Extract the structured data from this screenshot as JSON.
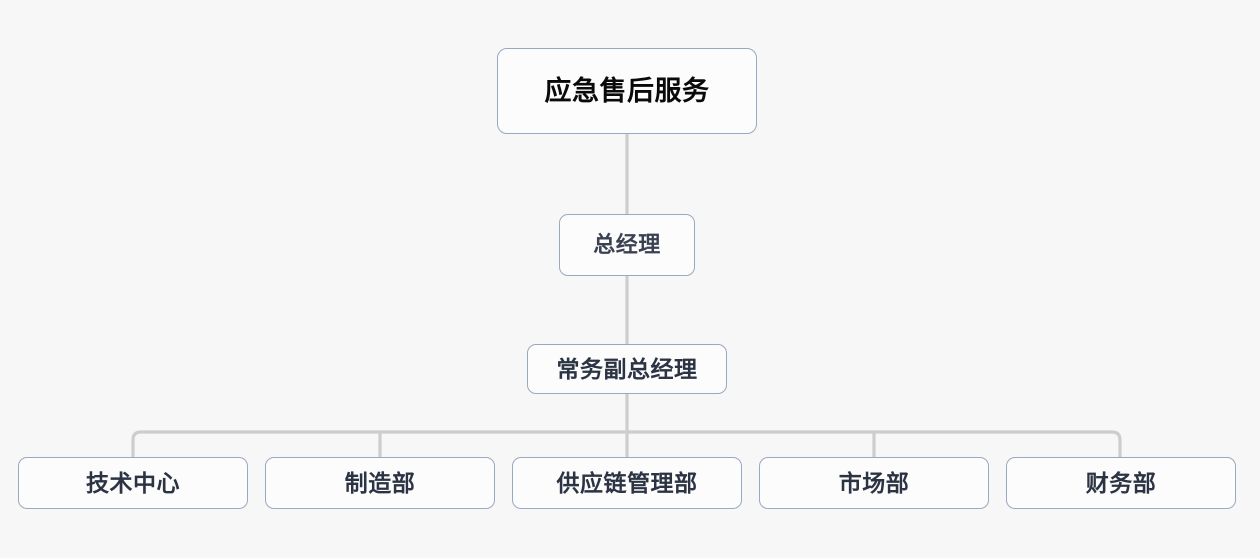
{
  "diagram": {
    "type": "org-chart",
    "title_node": "应急售后服务",
    "background_color": "#f7f7f7",
    "node_fill": "#fcfcfd",
    "node_border_color": "#9aa8c0",
    "connector_color": "#cdcdcd",
    "levels": [
      {
        "level": 1,
        "nodes": [
          {
            "label": "应急售后服务",
            "text_color": "#0a0a0a"
          }
        ]
      },
      {
        "level": 2,
        "nodes": [
          {
            "label": "总经理",
            "text_color": "#3a4251"
          }
        ]
      },
      {
        "level": 3,
        "nodes": [
          {
            "label": "常务副总经理",
            "text_color": "#2c3444"
          }
        ]
      },
      {
        "level": 4,
        "nodes": [
          {
            "label": "技术中心",
            "text_color": "#2c3444"
          },
          {
            "label": "制造部",
            "text_color": "#2c3444"
          },
          {
            "label": "供应链管理部",
            "text_color": "#2c3444"
          },
          {
            "label": "市场部",
            "text_color": "#2c3444"
          },
          {
            "label": "财务部",
            "text_color": "#2c3444"
          }
        ]
      }
    ]
  }
}
